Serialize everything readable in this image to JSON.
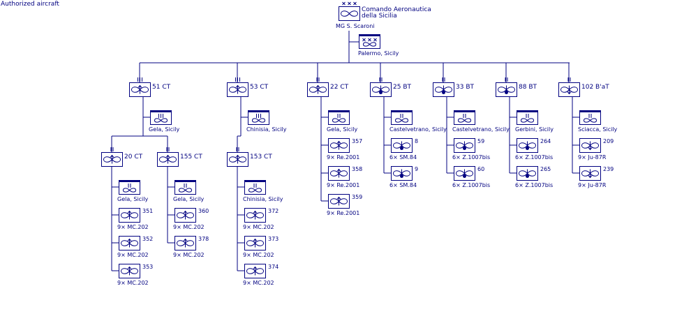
{
  "page_label": "Authorized aircraft",
  "colors": {
    "ink": "#000080",
    "background": "#ffffff"
  },
  "hq": {
    "title_line1": "Comando Aeronautica",
    "title_line2": "della Sicilia",
    "commander": "MG S. Scaroni",
    "echelon": "xxx",
    "base_echelon": "xxx",
    "base": "Palermo, Sicily"
  },
  "units": [
    {
      "id": "51ct",
      "label": "51 CT",
      "echelon": "III",
      "symbol": "fighter",
      "base_echelon": "III",
      "base": "Gela, Sicily"
    },
    {
      "id": "53ct",
      "label": "53 CT",
      "echelon": "III",
      "symbol": "fighter",
      "base_echelon": "III",
      "base": "Chinisia, Sicily"
    },
    {
      "id": "22ct",
      "label": "22 CT",
      "echelon": "II",
      "symbol": "fighter",
      "base_echelon": "II",
      "base": "Gela, Sicily",
      "squadrons": [
        {
          "num": "357",
          "aircraft": "9× Re.2001"
        },
        {
          "num": "358",
          "aircraft": "9× Re.2001"
        },
        {
          "num": "359",
          "aircraft": "9× Re.2001"
        }
      ]
    },
    {
      "id": "25bt",
      "label": "25 BT",
      "echelon": "II",
      "symbol": "bomber",
      "base_echelon": "II",
      "base": "Castelvetrano, Sicily",
      "squadrons": [
        {
          "num": "8",
          "aircraft": "6× SM.84"
        },
        {
          "num": "9",
          "aircraft": "6× SM.84"
        }
      ]
    },
    {
      "id": "33bt",
      "label": "33 BT",
      "echelon": "II",
      "symbol": "bomber",
      "base_echelon": "II",
      "base": "Castelvetrano, Sicily",
      "squadrons": [
        {
          "num": "59",
          "aircraft": "6× Z.1007bis"
        },
        {
          "num": "60",
          "aircraft": "6× Z.1007bis"
        }
      ]
    },
    {
      "id": "88bt",
      "label": "88 BT",
      "echelon": "II",
      "symbol": "bomber",
      "base_echelon": "II",
      "base": "Gerbini, Sicily",
      "squadrons": [
        {
          "num": "264",
          "aircraft": "6× Z.1007bis"
        },
        {
          "num": "265",
          "aircraft": "6× Z.1007bis"
        }
      ]
    },
    {
      "id": "102bat",
      "label": "102 B'aT",
      "echelon": "II",
      "symbol": "divebomber",
      "base_echelon": "II",
      "base": "Sciacca, Sicily",
      "squadrons": [
        {
          "num": "209",
          "aircraft": "9× Ju-87R"
        },
        {
          "num": "239",
          "aircraft": "9× Ju-87R"
        }
      ]
    }
  ],
  "groups": [
    {
      "id": "20ct",
      "label": "20 CT",
      "echelon": "II",
      "symbol": "fighter",
      "base_echelon": "II",
      "base": "Gela, Sicily",
      "squadrons": [
        {
          "num": "351",
          "aircraft": "9× MC.202"
        },
        {
          "num": "352",
          "aircraft": "9× MC.202"
        },
        {
          "num": "353",
          "aircraft": "9× MC.202"
        }
      ]
    },
    {
      "id": "155ct",
      "label": "155 CT",
      "echelon": "II",
      "symbol": "fighter",
      "base_echelon": "II",
      "base": "Gela, Sicily",
      "squadrons": [
        {
          "num": "360",
          "aircraft": "9× MC.202"
        },
        {
          "num": "378",
          "aircraft": "9× MC.202"
        }
      ]
    },
    {
      "id": "153ct",
      "label": "153 CT",
      "echelon": "II",
      "symbol": "fighter",
      "base_echelon": "II",
      "base": "Chinisia, Sicily",
      "squadrons": [
        {
          "num": "372",
          "aircraft": "9× MC.202"
        },
        {
          "num": "373",
          "aircraft": "9× MC.202"
        },
        {
          "num": "374",
          "aircraft": "9× MC.202"
        }
      ]
    }
  ]
}
